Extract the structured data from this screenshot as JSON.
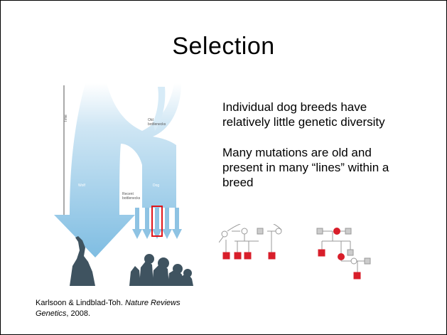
{
  "slide": {
    "title": "Selection",
    "figure": {
      "time_label": "Time",
      "wolf_label": "Wolf",
      "dog_label": "Dog",
      "old_bottlenecks_label_line1": "Old",
      "old_bottlenecks_label_line2": "bottlenecks",
      "recent_bottlenecks_label_line1": "Recent",
      "recent_bottlenecks_label_line2": "bottlenecks",
      "highlight_color": "#e0161b",
      "arrow_color": "#8ec3e3"
    },
    "text": {
      "paragraph1": "Individual dog breeds have relatively little genetic diversity",
      "paragraph2": "Many mutations are old and present in many “lines” within a breed"
    },
    "pedigree": {
      "affected_color": "#d81e2a",
      "unaffected_color": "#cccccc"
    },
    "citation": {
      "authors": "Karlsoon & Lindblad-Toh. ",
      "journal": "Nature Reviews Genetics",
      "year": ", 2008."
    }
  }
}
